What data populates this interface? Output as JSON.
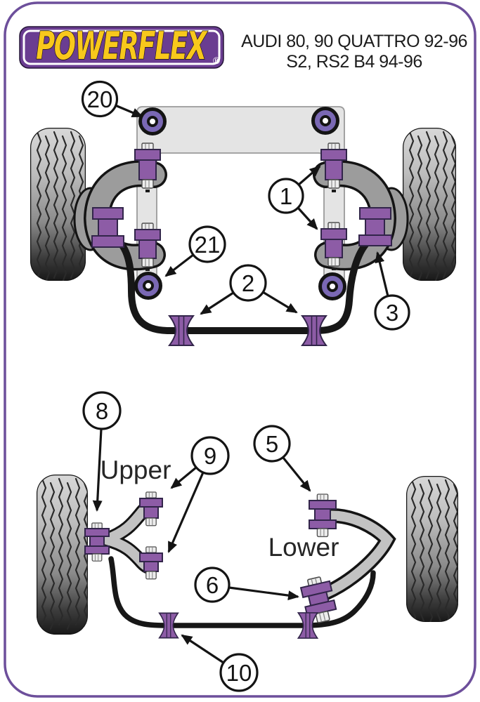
{
  "brand": {
    "logo_text": "POWERFLEX",
    "registered_mark": "®"
  },
  "header": {
    "line1": "AUDI 80, 90 QUATTRO 92-96",
    "line2": "S2, RS2 B4 94-96"
  },
  "front_diagram": {
    "callout_20": "20",
    "callout_1": "1",
    "callout_21": "21",
    "callout_2": "2",
    "callout_3": "3"
  },
  "rear_diagram": {
    "label_upper": "Upper",
    "label_lower": "Lower",
    "callout_8": "8",
    "callout_9": "9",
    "callout_5": "5",
    "callout_6": "6",
    "callout_10": "10"
  },
  "colors": {
    "border_purple": "#6d4f9b",
    "logo_purple": "#6a3d91",
    "logo_yellow": "#f8c81c",
    "bushing_purple": "#8d5ca6",
    "mount_bushing_purple": "#7a68b4",
    "subframe_grey": "#e4e4e4",
    "arm_grey": "#9c9c9c"
  }
}
